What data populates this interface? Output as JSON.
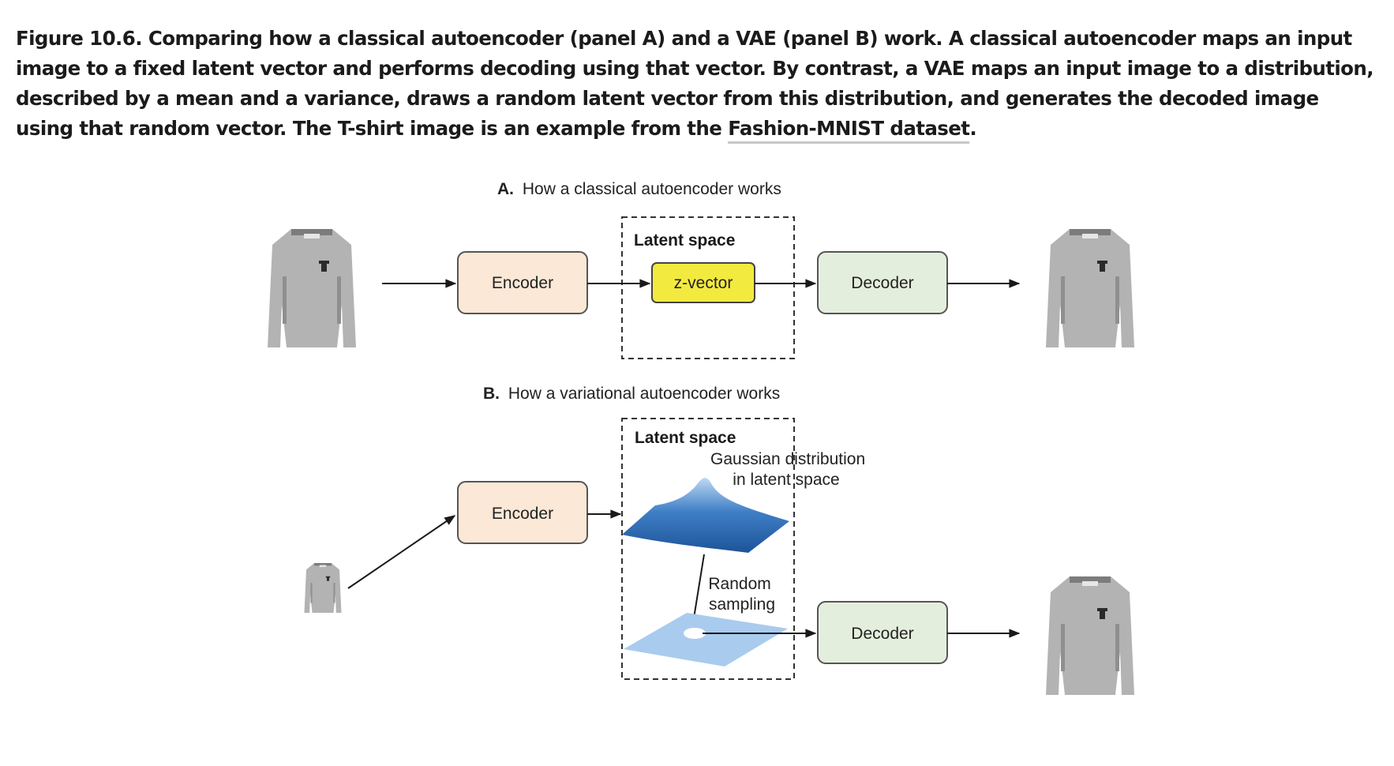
{
  "caption": {
    "text_before_link": "Figure 10.6. Comparing how a classical autoencoder (panel A) and a VAE (panel B) work. A classical autoencoder maps an input image to a fixed latent vector and performs decoding using that vector. By contrast, a VAE maps an input image to a distribution, described by a mean and a variance, draws a random latent vector from this distribution, and generates the decoded image using that random vector. The T-shirt image is an example from the ",
    "link_text": "Fashion-MNIST dataset",
    "text_after_link": "."
  },
  "panel_a": {
    "label_letter": "A.",
    "title": "How a classical autoencoder works",
    "latent_title": "Latent space",
    "encoder": "Encoder",
    "zvector": "z-vector",
    "decoder": "Decoder"
  },
  "panel_b": {
    "label_letter": "B.",
    "title": "How a variational autoencoder works",
    "latent_title": "Latent space",
    "gaussian_line1": "Gaussian distribution",
    "gaussian_line2": "in latent space",
    "encoder": "Encoder",
    "sampling_line1": "Random",
    "sampling_line2": "sampling",
    "decoder": "Decoder"
  },
  "colors": {
    "encoder_fill": "#fbe8d6",
    "zvector_fill": "#f3ea3f",
    "decoder_fill": "#e3efdc",
    "gaussian": "#3d78bf",
    "plane": "#a9cbee",
    "shirt": "#b3b3b3"
  }
}
